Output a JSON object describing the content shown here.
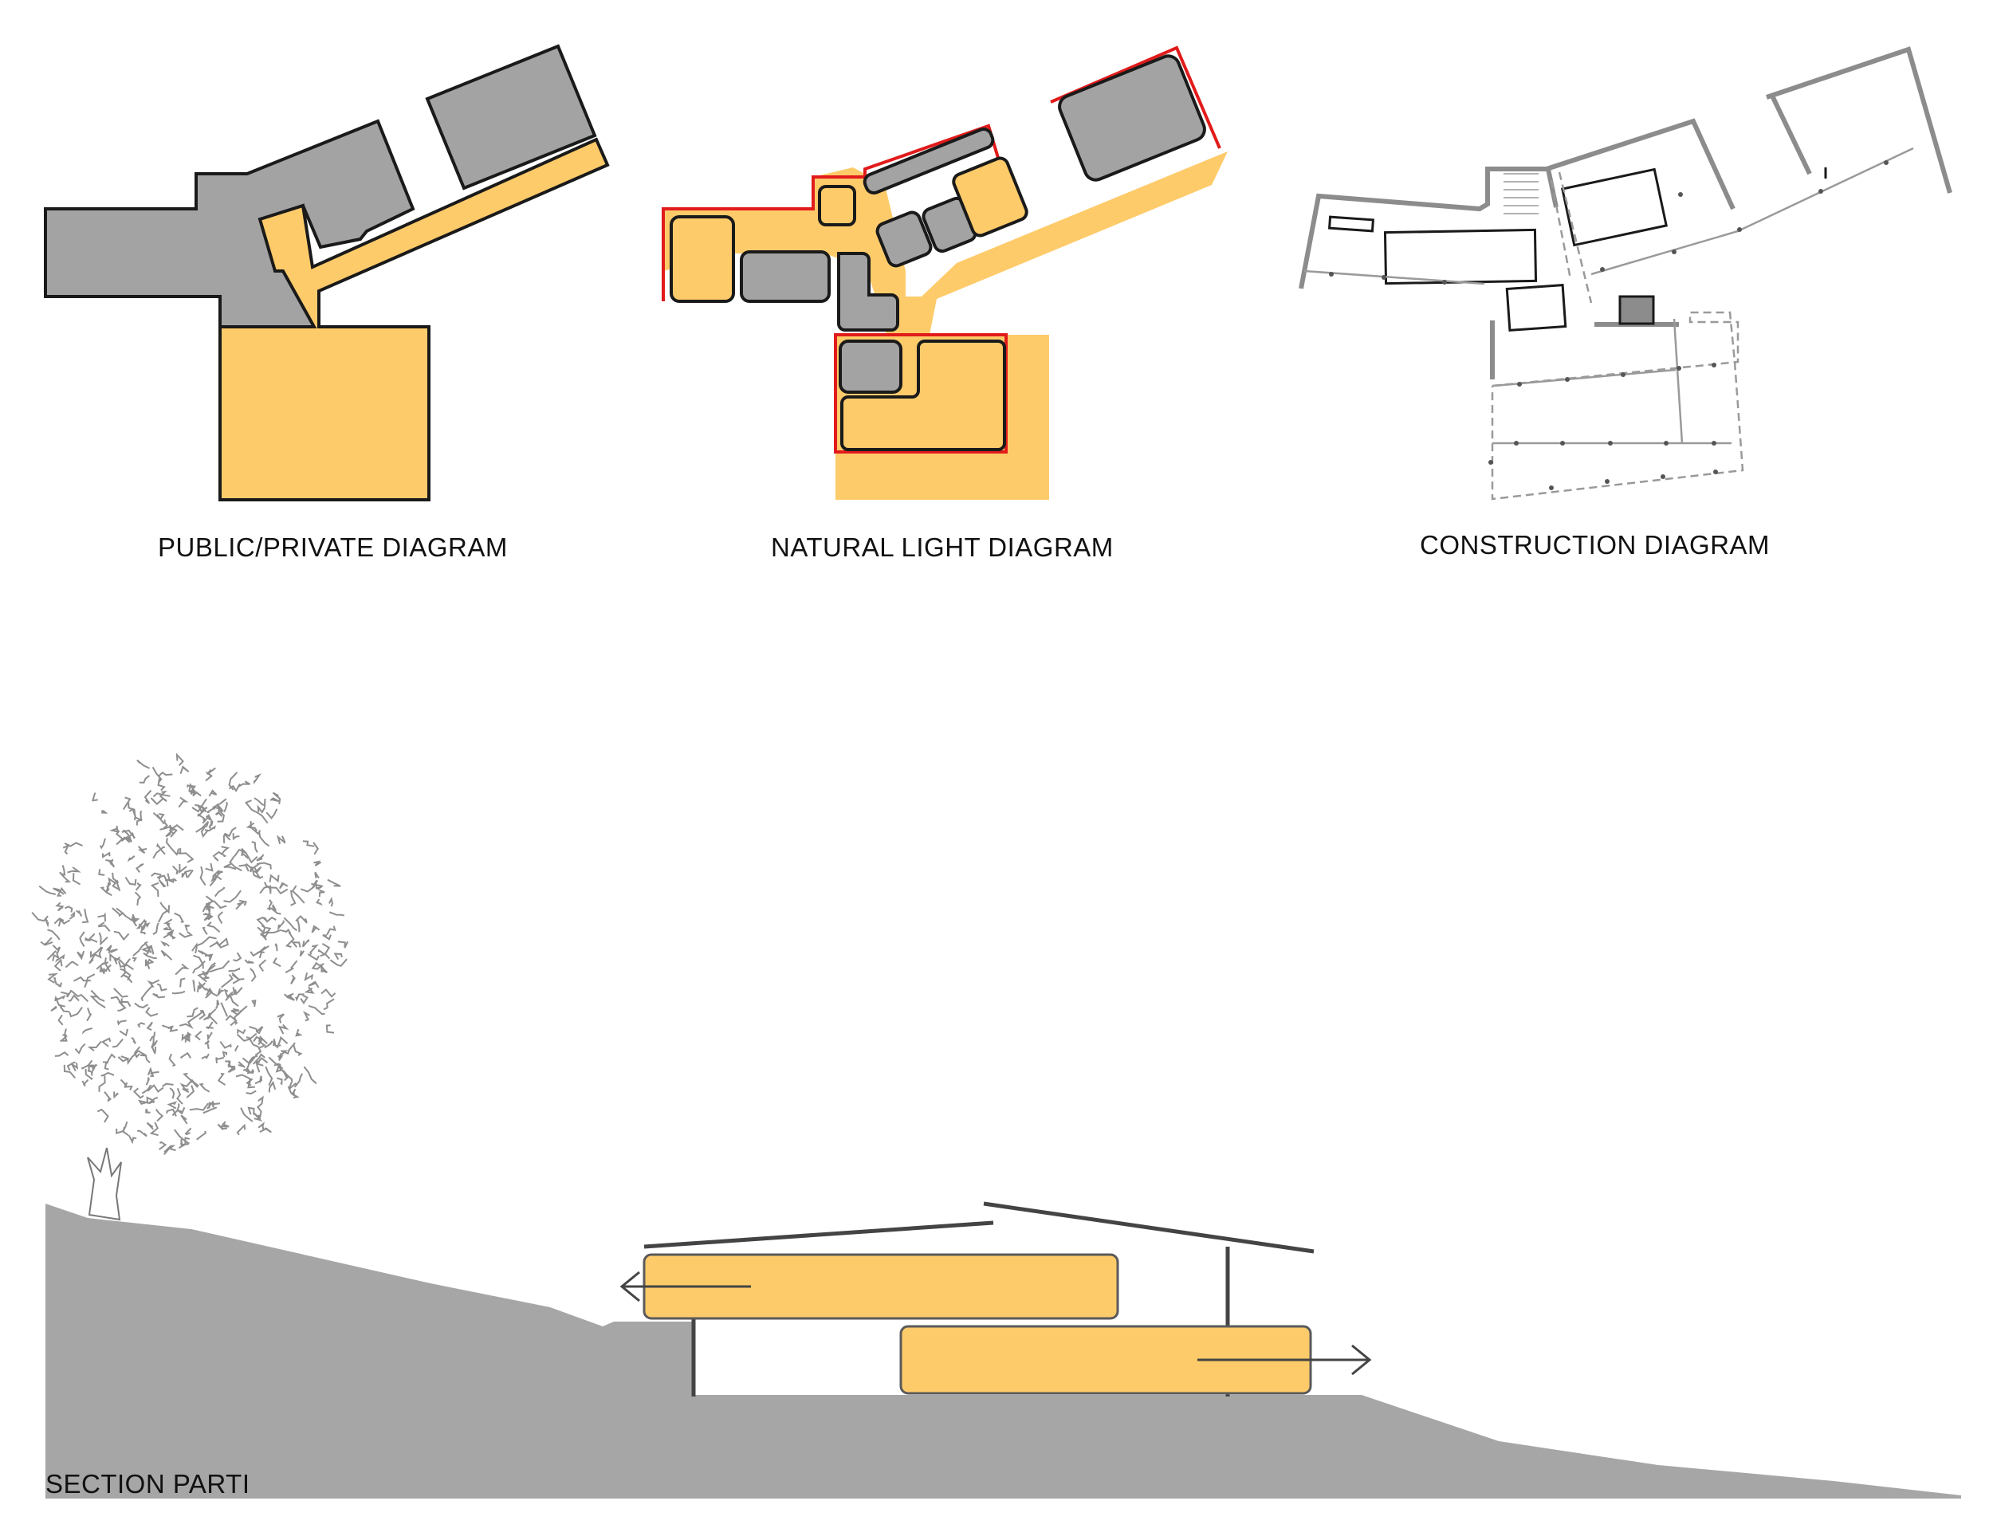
{
  "diagrams": {
    "public_private": {
      "caption": "PUBLIC/PRIVATE DIAGRAM"
    },
    "natural_light": {
      "caption": "NATURAL LIGHT DIAGRAM"
    },
    "construction": {
      "caption": "CONSTRUCTION DIAGRAM"
    },
    "section": {
      "caption": "SECTION PARTI"
    }
  },
  "colors": {
    "public": "#fecb6a",
    "private": "#a3a3a3",
    "light_edge": "#e11b1b",
    "ground": "#a6a6a6",
    "outline": "#1a1a1a",
    "wall": "#8c8c8c"
  }
}
